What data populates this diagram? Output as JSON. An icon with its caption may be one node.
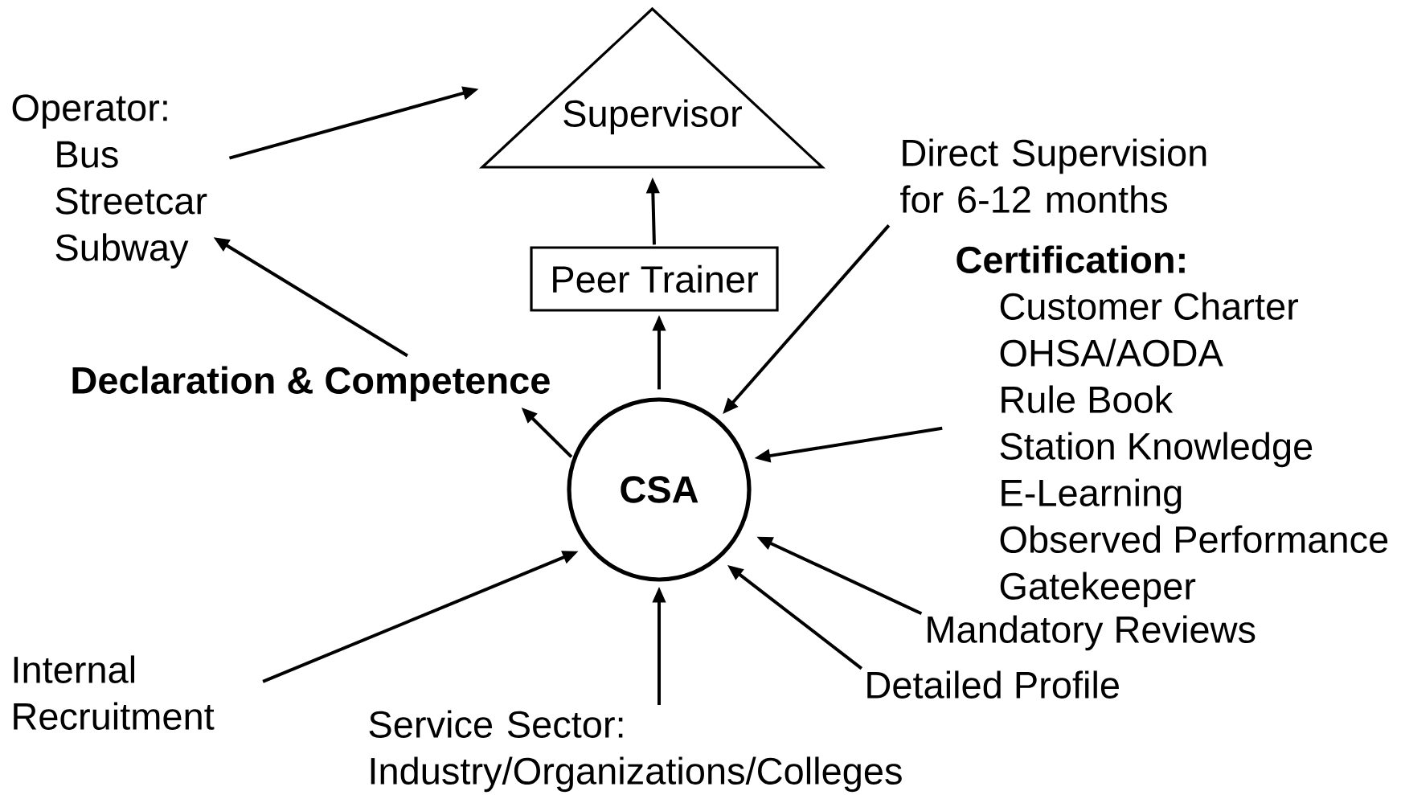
{
  "diagram": {
    "nodes": [
      {
        "text": [
          "Supervisor"
        ]
      },
      {
        "text": [
          "Peer Trainer"
        ]
      },
      {
        "text": [
          "CSA"
        ]
      },
      {
        "text": [
          "Operator:",
          "Bus",
          "Streetcar",
          "Subway"
        ]
      },
      {
        "text": [
          "Declaration & Competence"
        ]
      },
      {
        "text": [
          "Direct Supervision for 6-12 months"
        ]
      },
      {
        "text": [
          "Certification:",
          "Customer Charter",
          "OHSA/AODA",
          "Rule Book",
          "Station Knowledge",
          "E-Learning",
          "Observed Performance",
          "Gatekeeper"
        ]
      },
      {
        "text": [
          "Mandatory Reviews"
        ]
      },
      {
        "text": [
          "Detailed Profile"
        ]
      },
      {
        "text": [
          "Internal Recruitment"
        ]
      },
      {
        "text": [
          "Service Sector: Industry/Organizations/Colleges"
        ]
      }
    ],
    "edges": [
      {
        "from": 3,
        "to": 0,
        "arrow": "to"
      },
      {
        "from": 1,
        "to": 0,
        "arrow": "to"
      },
      {
        "from": 2,
        "to": 1,
        "arrow": "to"
      },
      {
        "from": 4,
        "to": 3,
        "arrow": "to"
      },
      {
        "from": 2,
        "to": 4,
        "arrow": "to"
      },
      {
        "from": 5,
        "to": 2,
        "arrow": "to"
      },
      {
        "from": 6,
        "to": 2,
        "arrow": "to"
      },
      {
        "from": 7,
        "to": 2,
        "arrow": "to"
      },
      {
        "from": 8,
        "to": 2,
        "arrow": "to"
      },
      {
        "from": 9,
        "to": 2,
        "arrow": "to"
      },
      {
        "from": 10,
        "to": 2,
        "arrow": "to"
      }
    ]
  }
}
